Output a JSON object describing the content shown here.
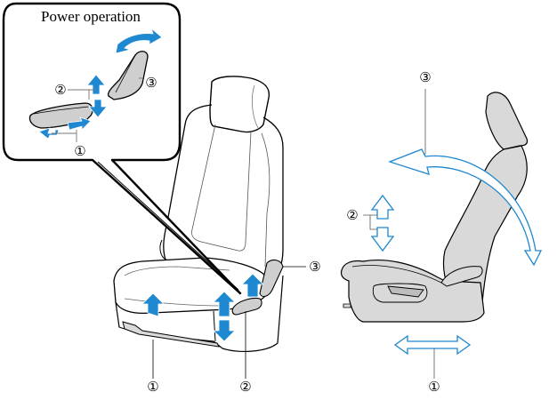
{
  "diagram": {
    "inset": {
      "title": "Power operation",
      "callouts": [
        {
          "id": "1",
          "text": "①",
          "meaning": "slide"
        },
        {
          "id": "2",
          "text": "②",
          "meaning": "height"
        },
        {
          "id": "3",
          "text": "③",
          "meaning": "recline"
        }
      ]
    },
    "front_view": {
      "callouts": [
        {
          "id": "1",
          "text": "①"
        },
        {
          "id": "2",
          "text": "②"
        },
        {
          "id": "3",
          "text": "③"
        }
      ]
    },
    "side_view": {
      "callouts": [
        {
          "id": "1",
          "text": "①"
        },
        {
          "id": "2",
          "text": "②"
        },
        {
          "id": "3",
          "text": "③"
        }
      ]
    },
    "colors": {
      "arrow_blue": "#1e88d0",
      "seat_gray": "#d9d9d9",
      "outline": "#000000"
    }
  }
}
